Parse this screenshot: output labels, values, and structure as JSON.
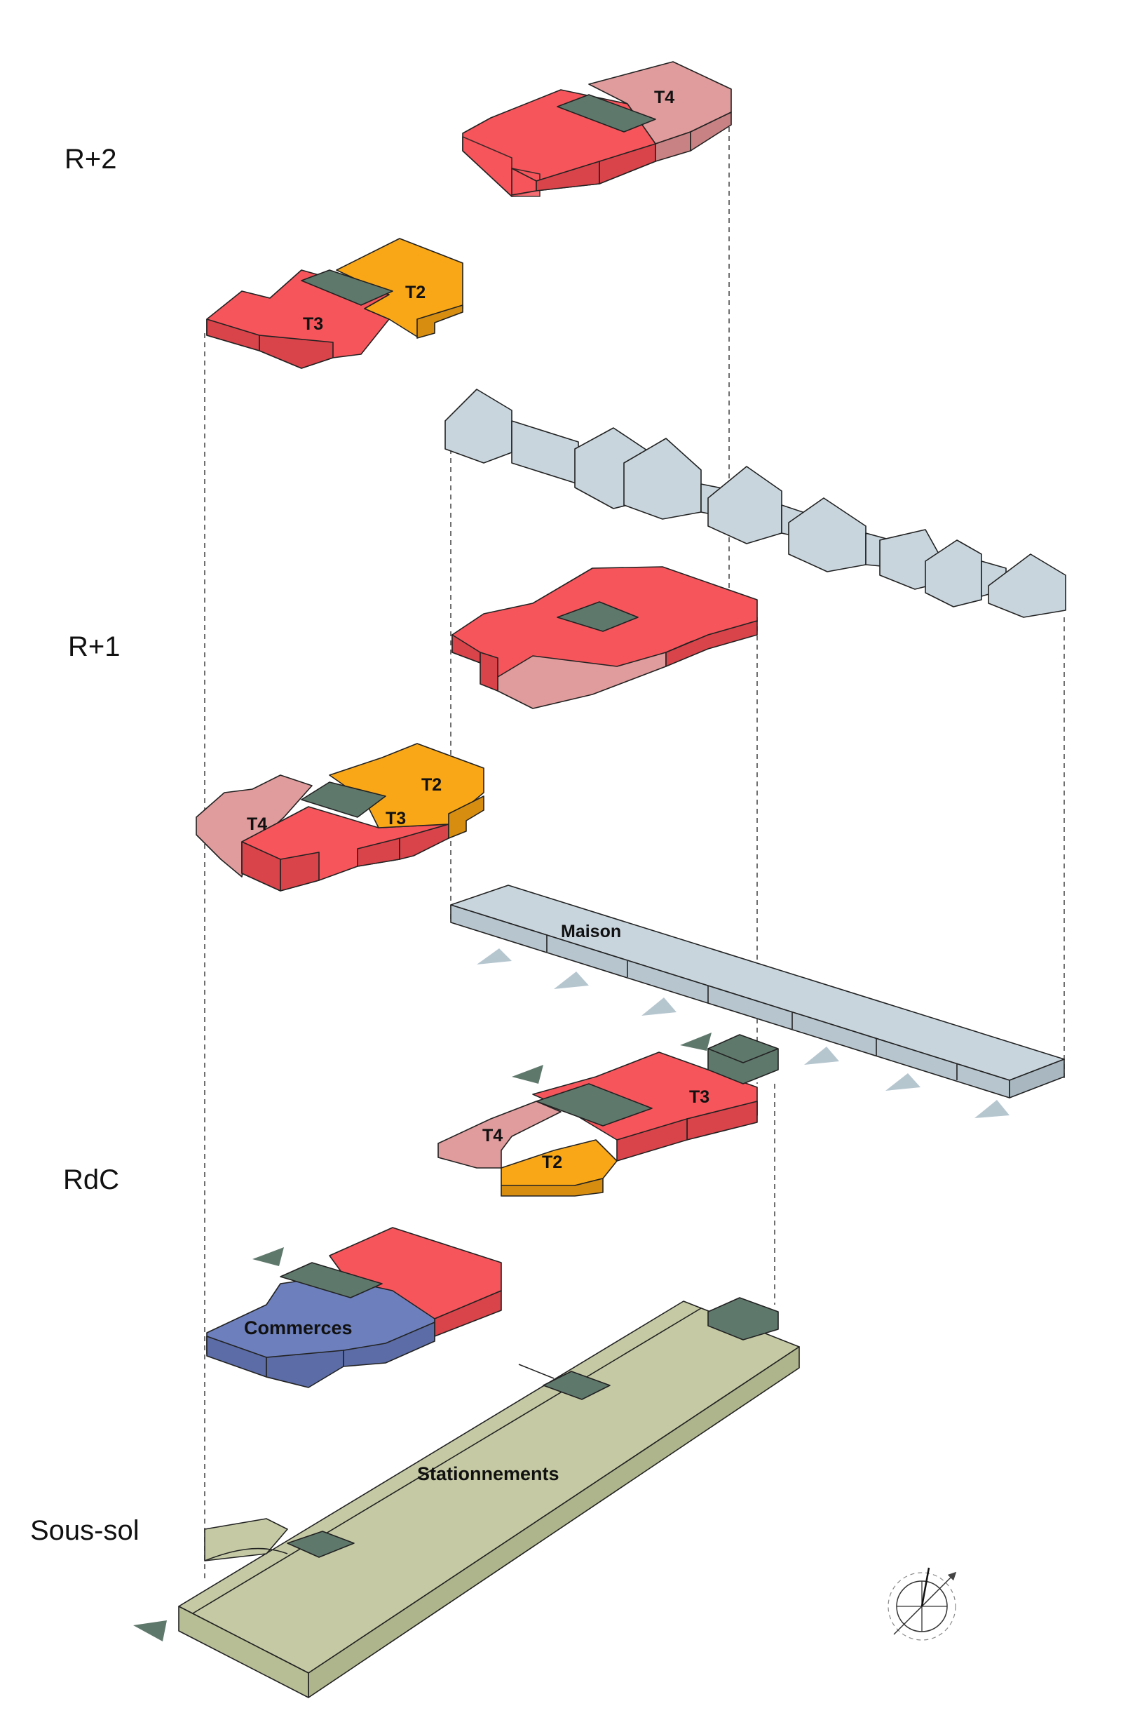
{
  "levels": {
    "r2": "R+2",
    "r1": "R+1",
    "rdc": "RdC",
    "sous_sol": "Sous-sol"
  },
  "units": {
    "t4": "T4",
    "t3": "T3",
    "t2": "T2",
    "maison": "Maison",
    "commerces": "Commerces",
    "stationnements": "Stationnements"
  },
  "colors": {
    "red": "#f5555b",
    "pink": "#e09b9c",
    "orange": "#f9a717",
    "core": "#5f786c",
    "house": "#c8d5dd",
    "blue": "#6d80bd",
    "parking": "#c5caa4",
    "arrow_light": "#b6c6cf",
    "arrow_dark": "#5f786c"
  },
  "icons": {
    "compass": "north-compass-icon"
  }
}
